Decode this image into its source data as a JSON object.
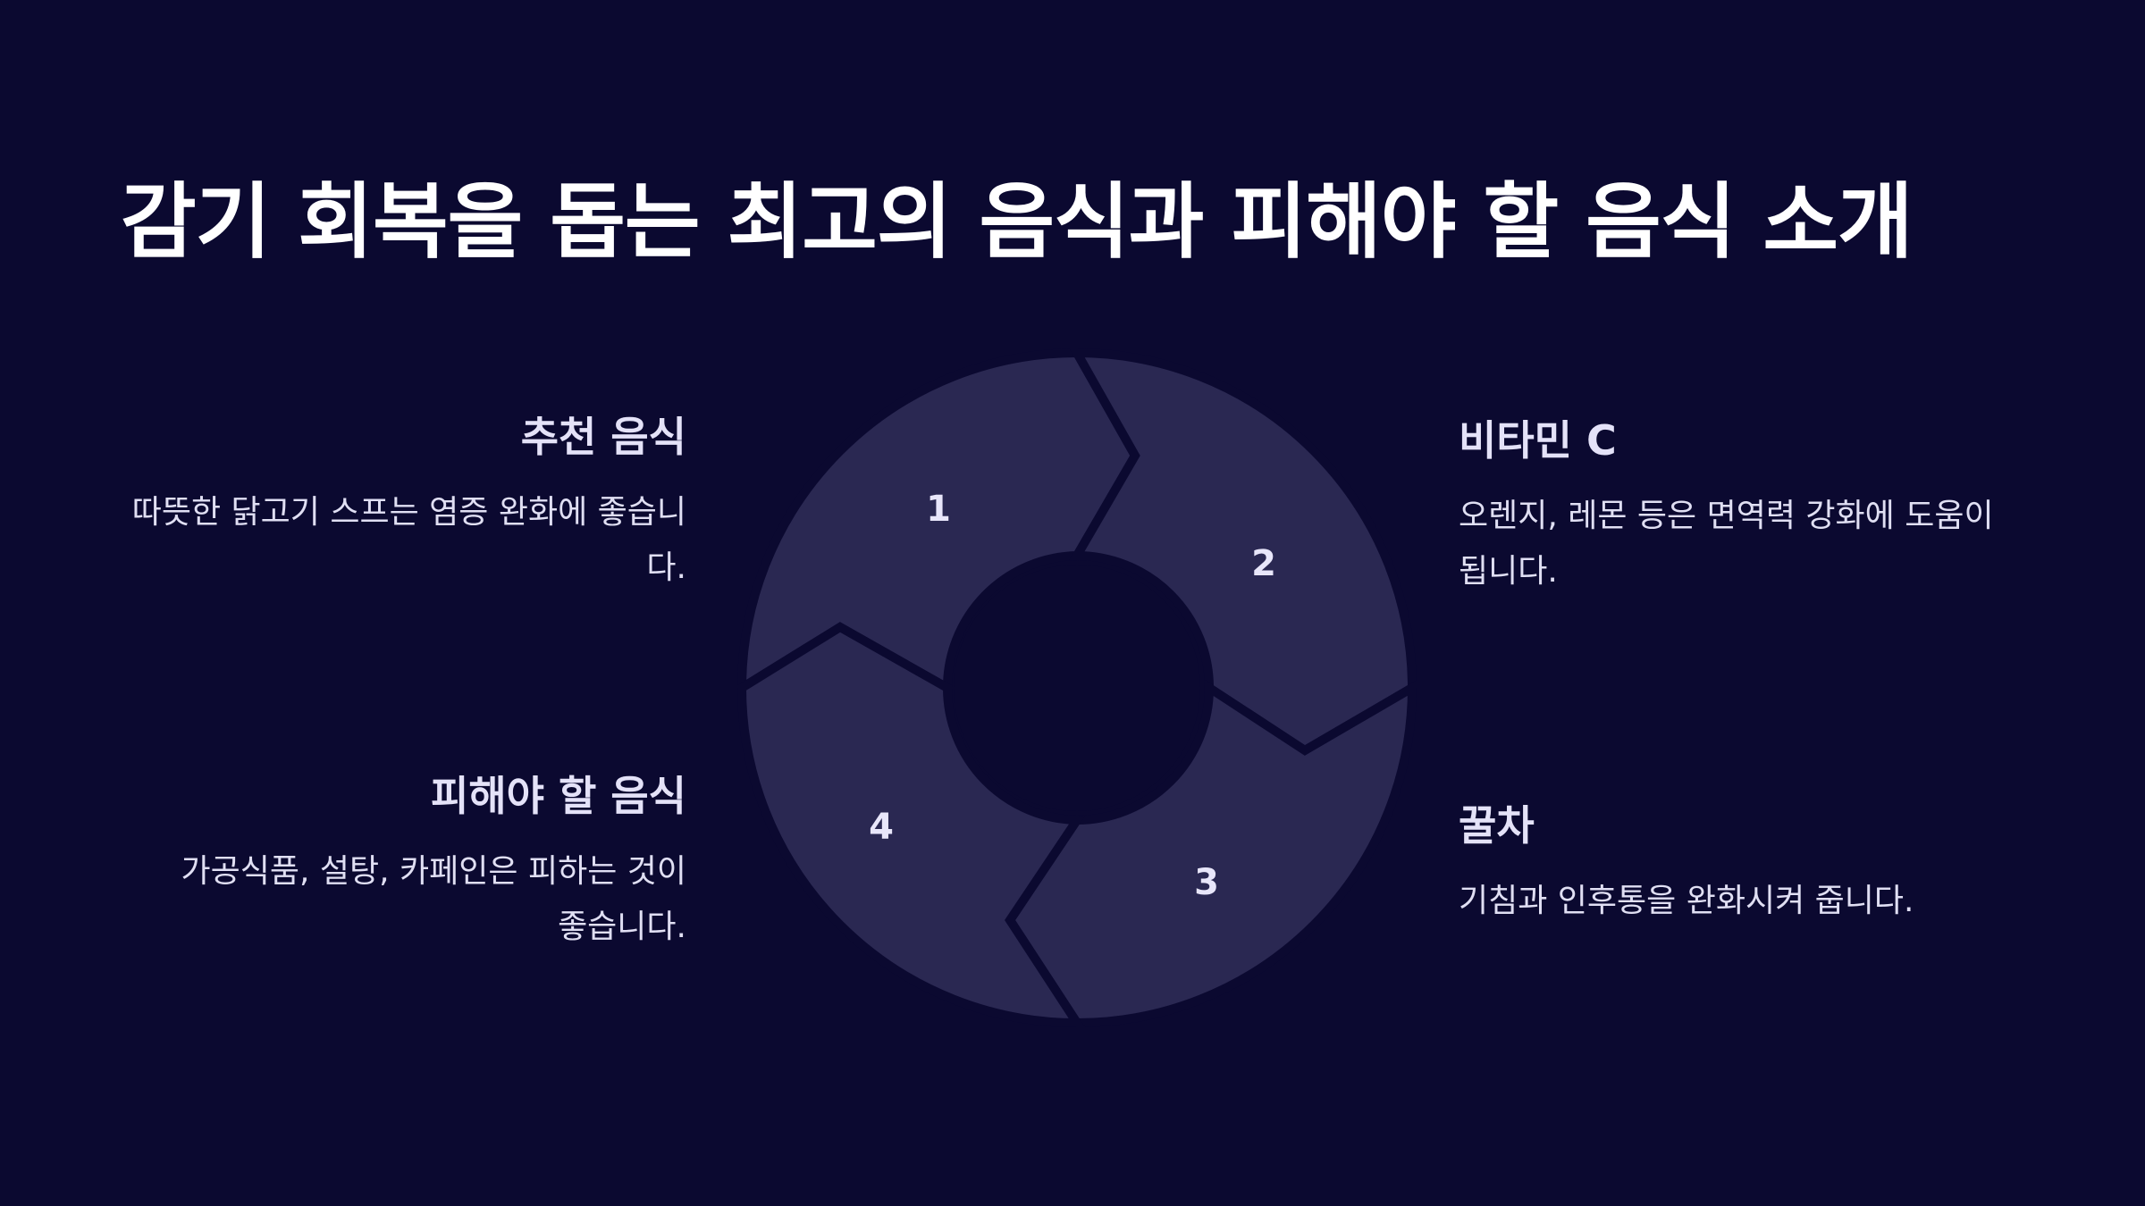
{
  "title": "감기 회복을 돕는 최고의 음식과 피해야 할 음식 소개",
  "cards": {
    "recommended": {
      "heading": "추천 음식",
      "text": "따뜻한 닭고기 스프는 염증 완화에 좋습니다."
    },
    "vitamin_c": {
      "heading": "비타민 C",
      "text": "오렌지, 레몬 등은 면역력 강화에 도움이 됩니다."
    },
    "avoid": {
      "heading": "피해야 할 음식",
      "text": "가공식품, 설탕, 카페인은 피하는 것이 좋습니다."
    },
    "honey_tea": {
      "heading": "꿀차",
      "text": "기침과 인후통을 완화시켜 줍니다."
    }
  },
  "cycle": {
    "segments": [
      {
        "number": "1"
      },
      {
        "number": "2"
      },
      {
        "number": "3"
      },
      {
        "number": "4"
      }
    ],
    "colors": {
      "segment": "#2a2852",
      "background": "#0b0930",
      "number": "#e8e6fa"
    }
  }
}
